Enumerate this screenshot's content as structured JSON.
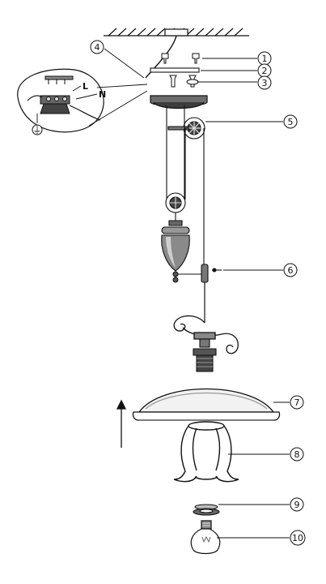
{
  "diagram": {
    "callouts": [
      {
        "id": "c1",
        "label": "1"
      },
      {
        "id": "c2",
        "label": "2"
      },
      {
        "id": "c3",
        "label": "3"
      },
      {
        "id": "c4",
        "label": "4"
      },
      {
        "id": "c5",
        "label": "5"
      },
      {
        "id": "c6",
        "label": "6"
      },
      {
        "id": "c7",
        "label": "7"
      },
      {
        "id": "c8",
        "label": "8"
      },
      {
        "id": "c9",
        "label": "9"
      },
      {
        "id": "c10",
        "label": "10"
      }
    ],
    "wiring_detail": {
      "live_label": "L",
      "neutral_label": "N",
      "ground_symbol": "⏚"
    }
  }
}
